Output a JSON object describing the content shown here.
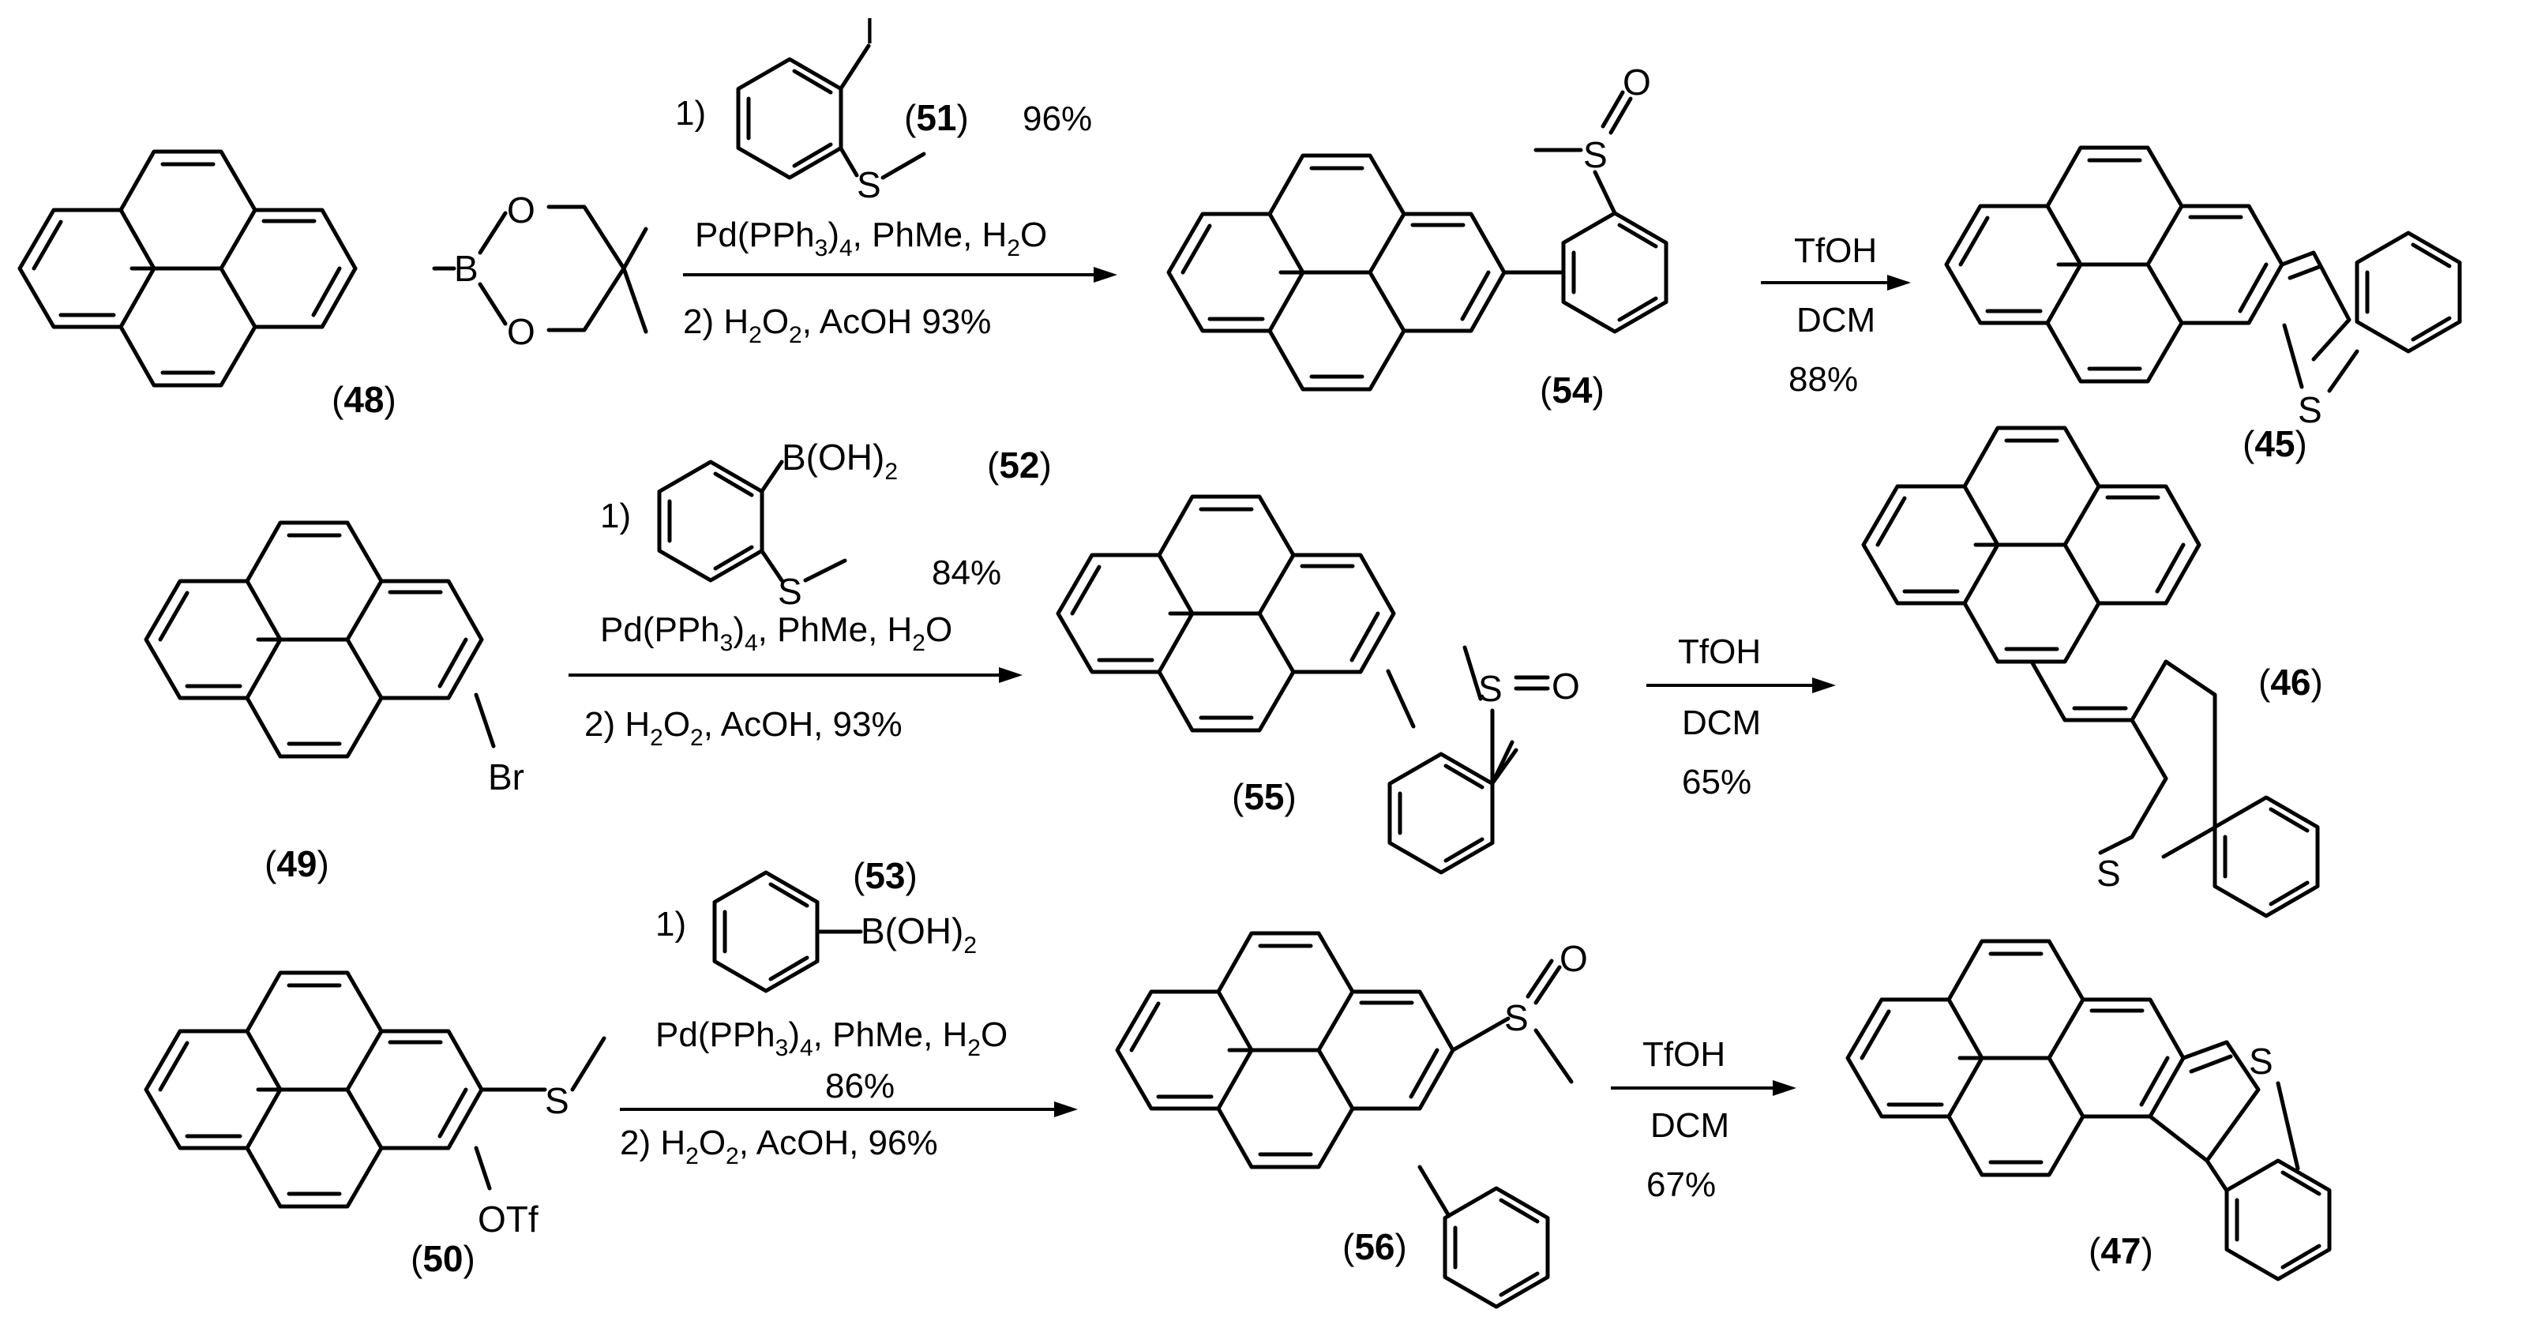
{
  "compounds": {
    "c48": "48",
    "c49": "49",
    "c50": "50",
    "c51": "51",
    "c52": "52",
    "c53": "53",
    "c54": "54",
    "c55": "55",
    "c56": "56",
    "c45": "45",
    "c46": "46",
    "c47": "47"
  },
  "atoms": {
    "B": "B",
    "O": "O",
    "S": "S",
    "I": "I",
    "Br": "Br",
    "OTf": "OTf",
    "B_OH2": "B(OH)",
    "sub2": "2"
  },
  "row1": {
    "step1_prefix": "1)",
    "yield_51": "96%",
    "conditions_pd": "Pd(PPh",
    "conditions_pd_rest": ")",
    "conditions_pd_tail": ", PhMe, H",
    "sub3": "3",
    "sub4": "4",
    "sub2": "2",
    "O": "O",
    "step2_prefix": "2) H",
    "step2_rest": ", AcOH   93%",
    "cyc_reagent": "TfOH",
    "cyc_solvent": "DCM",
    "cyc_yield": "88%"
  },
  "row2": {
    "step1_prefix": "1)",
    "yield_52": "84%",
    "conditions_pd": "Pd(PPh",
    "conditions_pd_rest": ")",
    "conditions_pd_tail": ", PhMe, H",
    "sub3": "3",
    "sub4": "4",
    "sub2": "2",
    "O": "O",
    "step2_prefix": "2) H",
    "step2_rest": ", AcOH, 93%",
    "cyc_reagent": "TfOH",
    "cyc_solvent": "DCM",
    "cyc_yield": "65%"
  },
  "row3": {
    "step1_prefix": "1)",
    "yield_53": "86%",
    "conditions_pd": "Pd(PPh",
    "conditions_pd_rest": ")",
    "conditions_pd_tail": ", PhMe, H",
    "sub3": "3",
    "sub4": "4",
    "sub2": "2",
    "O": "O",
    "step2_prefix": "2) H",
    "step2_rest": ", AcOH, 96%",
    "cyc_reagent": "TfOH",
    "cyc_solvent": "DCM",
    "cyc_yield": "67%"
  }
}
